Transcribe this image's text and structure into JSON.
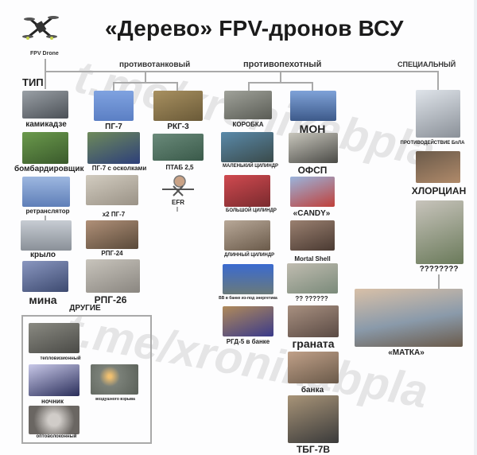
{
  "header": {
    "title": "«Дерево» FPV-дронов ВСУ",
    "logo_label": "FPV Drone"
  },
  "categories": {
    "antitank": "противотанковый",
    "antipersonnel": "противопехотный",
    "special": "СПЕЦИАЛЬНЫЙ",
    "type": "ТИП",
    "other": "ДРУГИЕ"
  },
  "type_column": [
    {
      "label": "камикадзе",
      "color": "#6f747a"
    },
    {
      "label": "бомбардировщик",
      "color": "#4f7a3c"
    },
    {
      "label": "ретранслятор",
      "color": "#7d9ccc"
    },
    {
      "label": "крыло",
      "color": "#a9aeb6"
    },
    {
      "label": "мина",
      "color": "#5b6a8e"
    }
  ],
  "antitank_left": [
    {
      "label": "ПГ-7",
      "color": "#6b8fd0"
    },
    {
      "label": "ПГ-7 с осколками",
      "color": "#5a6f5a"
    },
    {
      "label": "x2 ПГ-7",
      "color": "#b9b3a6"
    },
    {
      "label": "РПГ-24",
      "color": "#8a6f5a"
    },
    {
      "label": "РПГ-26",
      "color": "#a8a39a"
    }
  ],
  "antitank_right": [
    {
      "label": "РКГ-3",
      "color": "#8a7a4a"
    },
    {
      "label": "ПТАБ 2,5",
      "color": "#5b7a6a"
    },
    {
      "label": "EFR",
      "color": "#ffffff"
    }
  ],
  "antipersonnel_left": [
    {
      "label": "КОРОБКА",
      "color": "#7d7f78"
    },
    {
      "label": "МАЛЕНЬКИЙ ЦИЛИНДР",
      "color": "#4a6a7d"
    },
    {
      "label": "БОЛЬШОЙ ЦИЛИНДР",
      "color": "#b3424a"
    },
    {
      "label": "ДЛИННЫЙ ЦИЛИНДР",
      "color": "#8a7a6a"
    },
    {
      "label": "ВВ в банке из-под энергетика",
      "color": "#5a6f7d"
    },
    {
      "label": "РГД-5 в банке",
      "color": "#8a6a4a"
    }
  ],
  "antipersonnel_right": [
    {
      "label": "МОН",
      "color": "#5d7fb0"
    },
    {
      "label": "ОФСП",
      "color": "#7a7a72"
    },
    {
      "label": "«CANDY»",
      "color": "#8aa0c8"
    },
    {
      "label": "Mortal Shell",
      "color": "#7a5f52"
    },
    {
      "label": "?? ??????",
      "color": "#9aa294"
    },
    {
      "label": "граната",
      "color": "#8a7a70"
    },
    {
      "label": "банка",
      "color": "#9a8672"
    },
    {
      "label": "ТБГ-7В",
      "color": "#7a705a"
    }
  ],
  "special_column": [
    {
      "label": "ПРОТИВОДЕЙСТВИЕ БпЛА",
      "color": "#c9d0da"
    },
    {
      "label": "ХЛОРЦИАН",
      "color": "#6a5a4a"
    },
    {
      "label": "????????",
      "color": "#8a8a7a"
    },
    {
      "label": "«МАТКА»",
      "color": "#b7a08e"
    }
  ],
  "others": [
    {
      "label": "тепловизионный",
      "color": "#6f7069"
    },
    {
      "label": "ночник",
      "color": "#5a5f8a"
    },
    {
      "label": "воздушного взрыва",
      "color": "#6a7068"
    },
    {
      "label": "оптоволоконный",
      "color": "#7a7672"
    }
  ],
  "watermarks": [
    "t.me/xronikabpla",
    "t.me/xronikabpla"
  ]
}
